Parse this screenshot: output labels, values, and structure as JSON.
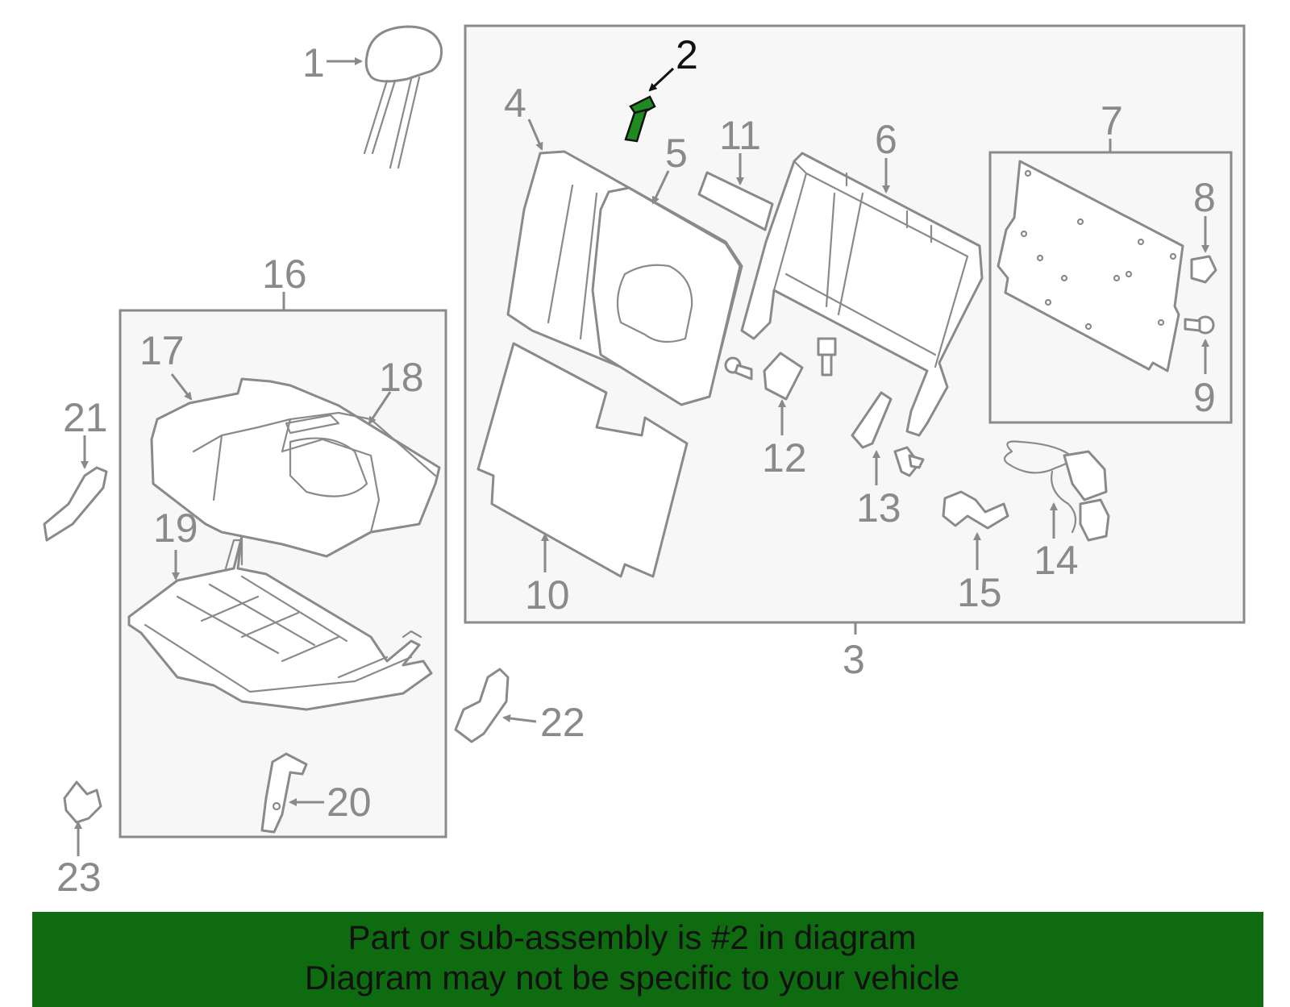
{
  "callouts": {
    "c1": "1",
    "c2": "2",
    "c3": "3",
    "c4": "4",
    "c5": "5",
    "c6": "6",
    "c7": "7",
    "c8": "8",
    "c9": "9",
    "c10": "10",
    "c11": "11",
    "c12": "12",
    "c13": "13",
    "c14": "14",
    "c15": "15",
    "c16": "16",
    "c17": "17",
    "c18": "18",
    "c19": "19",
    "c20": "20",
    "c21": "21",
    "c22": "22",
    "c23": "23"
  },
  "highlight": {
    "part": "2",
    "color": "#1f8a1f"
  },
  "colors": {
    "banner": "#0f6b0f",
    "line": "#8a8a8a",
    "panel": "#f7f7f7"
  },
  "banner": {
    "line1": "Part or sub-assembly is #2 in diagram",
    "line2": "Diagram may not be specific to your vehicle"
  }
}
